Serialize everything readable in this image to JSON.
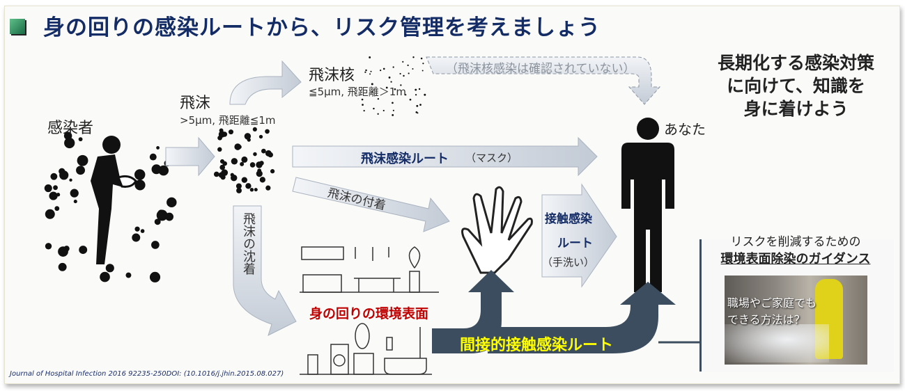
{
  "title": "身の回りの感染ルートから、リスク管理を考えましょう",
  "infected_label": "感染者",
  "droplet": {
    "label": "飛沫",
    "detail": ">5μm, 飛距離≦1m"
  },
  "droplet_nuclei": {
    "label": "飛沫核",
    "detail": "≦5μm, 飛距離＞1m"
  },
  "nuclei_route_note": "（飛沫核感染は確認されていない）",
  "droplet_route": {
    "label": "飛沫感染ルート",
    "note": "（マスク）"
  },
  "droplet_adhesion": "飛沫の付着",
  "droplet_deposition": "飛沫の沈着",
  "surface_label": "身の回りの環境表面",
  "contact_route": {
    "line1": "接触感染",
    "line2": "ルート",
    "note": "（手洗い）"
  },
  "you_label": "あなた",
  "indirect_route": "間接的接触感染ルート",
  "right_message": [
    "長期化する感染対策",
    "に向けて、知識を",
    "身に着けよう"
  ],
  "guidance": {
    "line1": "リスクを削減するための",
    "line2": "環境表面除染のガイダンス",
    "photo_text": [
      "職場やご家庭でも",
      "できる方法は？"
    ]
  },
  "citation": "Journal of Hospital Infection 2016 92235-250DOI: (10.1016/j.jhin.2015.08.027)",
  "colors": {
    "title": "#142c66",
    "surface": "#c00000",
    "indirect": "#3d4d60",
    "indirect_text": "#ffff00"
  }
}
